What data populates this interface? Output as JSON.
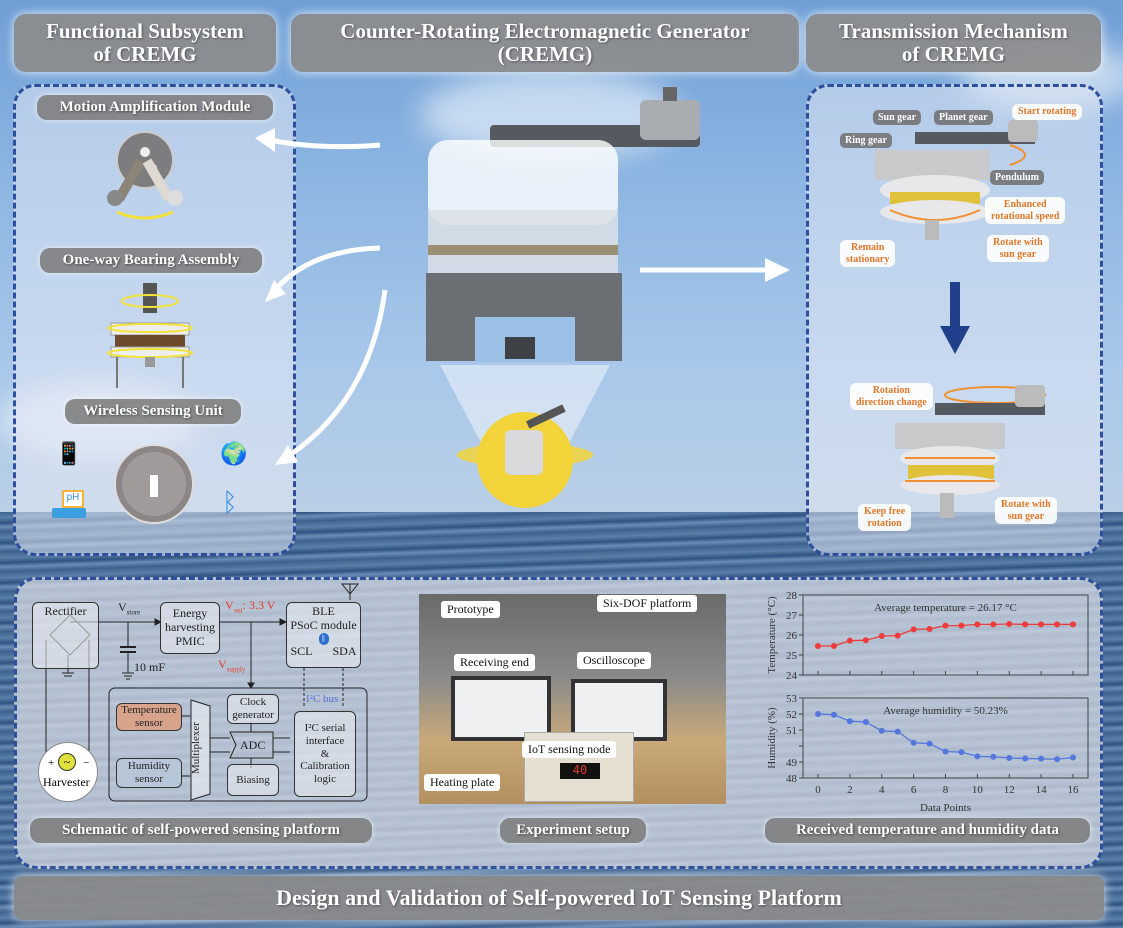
{
  "headers": {
    "left": "Functional Subsystem of CREMG",
    "left_line1": "Functional Subsystem",
    "left_line2": "of CREMG",
    "center_line1": "Counter-Rotating Electromagnetic Generator",
    "center_line2": "(CREMG)",
    "right_line1": "Transmission Mechanism",
    "right_line2": "of CREMG"
  },
  "left_panel": {
    "modules": [
      {
        "label": "Motion Amplification Module",
        "icon": "pendulum-gear-icon"
      },
      {
        "label": "One-way Bearing Assembly",
        "icon": "bearing-assembly-icon"
      },
      {
        "label": "Wireless Sensing Unit",
        "icon": "sensing-unit-icon"
      }
    ],
    "sensor_icons": [
      "phone-thermometer-icon",
      "gps-globe-icon",
      "ph-water-icon",
      "bluetooth-icon"
    ],
    "ph_text": "pH"
  },
  "right_panel": {
    "top_labels": {
      "sun_gear": "Sun gear",
      "planet_gear": "Planet gear",
      "ring_gear": "Ring gear",
      "pendulum": "Pendulum",
      "start_rotating": "Start rotating",
      "enhanced_line1": "Enhanced",
      "enhanced_line2": "rotational speed",
      "remain_line1": "Remain",
      "remain_line2": "stationary",
      "rotate_line1": "Rotate with",
      "rotate_line2": "sun gear"
    },
    "bottom_labels": {
      "rotation_line1": "Rotation",
      "rotation_line2": "direction change",
      "keep_line1": "Keep free",
      "keep_line2": "rotation",
      "rotate_line1": "Rotate with",
      "rotate_line2": "sun gear"
    }
  },
  "schematic": {
    "rectifier": "Rectifier",
    "vstore": "V",
    "vstore_sub": "store",
    "pmic_line1": "Energy",
    "pmic_line2": "harvesting",
    "pmic_line3": "PMIC",
    "vout": "V",
    "vout_sub": "out",
    "vout_value": ": 3.3 V",
    "vsupply": "V",
    "vsupply_sub": "supply",
    "capacitor": "10 mF",
    "ble_line1": "BLE",
    "ble_line2": "PSoC module",
    "scl": "SCL",
    "sda": "SDA",
    "i2c_bus": "I²C bus",
    "temp_line1": "Temperature",
    "temp_line2": "sensor",
    "hum_line1": "Humidity",
    "hum_line2": "sensor",
    "mux": "Multiplexer",
    "clock_line1": "Clock",
    "clock_line2": "generator",
    "adc": "ADC",
    "biasing": "Biasing",
    "i2c_line1": "I²C serial",
    "i2c_line2": "interface",
    "i2c_line3": "&",
    "i2c_line4": "Calibration",
    "i2c_line5": "logic",
    "harvester": "Harvester",
    "plus": "+",
    "minus": "−",
    "colors": {
      "red_text": "#e23a2a",
      "temp_block": "#d8a38b",
      "hum_block": "#b7c6d8",
      "bus_text": "#5a6fd0"
    }
  },
  "experiment": {
    "labels": {
      "prototype": "Prototype",
      "six_dof": "Six-DOF platform",
      "receiving_end": "Receiving end",
      "oscilloscope": "Oscilloscope",
      "iot_node": "IoT sensing node",
      "heating_plate": "Heating plate"
    },
    "display_value": "40"
  },
  "chart_data": [
    {
      "type": "line",
      "title": "",
      "annotation": "Average temperature = 26.17 °C",
      "xlabel": "",
      "ylabel": "Temperature (°C)",
      "x": [
        0,
        1,
        2,
        3,
        4,
        5,
        6,
        7,
        8,
        9,
        10,
        11,
        12,
        13,
        14,
        15,
        16
      ],
      "series": [
        {
          "name": "Temperature",
          "color": "#ee3b3b",
          "values": [
            25.45,
            25.45,
            25.72,
            25.74,
            25.95,
            25.97,
            26.28,
            26.3,
            26.47,
            26.47,
            26.53,
            26.53,
            26.55,
            26.53,
            26.53,
            26.53,
            26.53
          ]
        }
      ],
      "ylim": [
        24,
        28
      ],
      "yticks": [
        24,
        25,
        26,
        27,
        28
      ],
      "xticks_labeled": false,
      "grid": false
    },
    {
      "type": "line",
      "title": "",
      "annotation": "Average humidity = 50.23%",
      "xlabel": "Data Points",
      "ylabel": "Humidity (%)",
      "x": [
        0,
        1,
        2,
        3,
        4,
        5,
        6,
        7,
        8,
        9,
        10,
        11,
        12,
        13,
        14,
        15,
        16
      ],
      "series": [
        {
          "name": "Humidity",
          "color": "#5577dd",
          "values": [
            52.0,
            51.95,
            51.55,
            51.5,
            50.95,
            50.9,
            50.2,
            50.15,
            49.65,
            49.62,
            49.35,
            49.33,
            49.25,
            49.22,
            49.2,
            49.17,
            49.28
          ]
        }
      ],
      "ylim": [
        48,
        53
      ],
      "yticks": [
        48,
        49,
        50,
        51,
        52,
        53
      ],
      "ytick_labels": [
        "48",
        "49",
        "",
        "51",
        "52",
        "53"
      ],
      "xticks": [
        0,
        2,
        4,
        6,
        8,
        10,
        12,
        14,
        16
      ],
      "grid": false
    }
  ],
  "bottom_captions": {
    "schematic": "Schematic of self-powered sensing platform",
    "experiment": "Experiment setup",
    "data": "Received temperature and humidity data"
  },
  "footer_title": "Design and Validation of Self-powered IoT Sensing Platform"
}
